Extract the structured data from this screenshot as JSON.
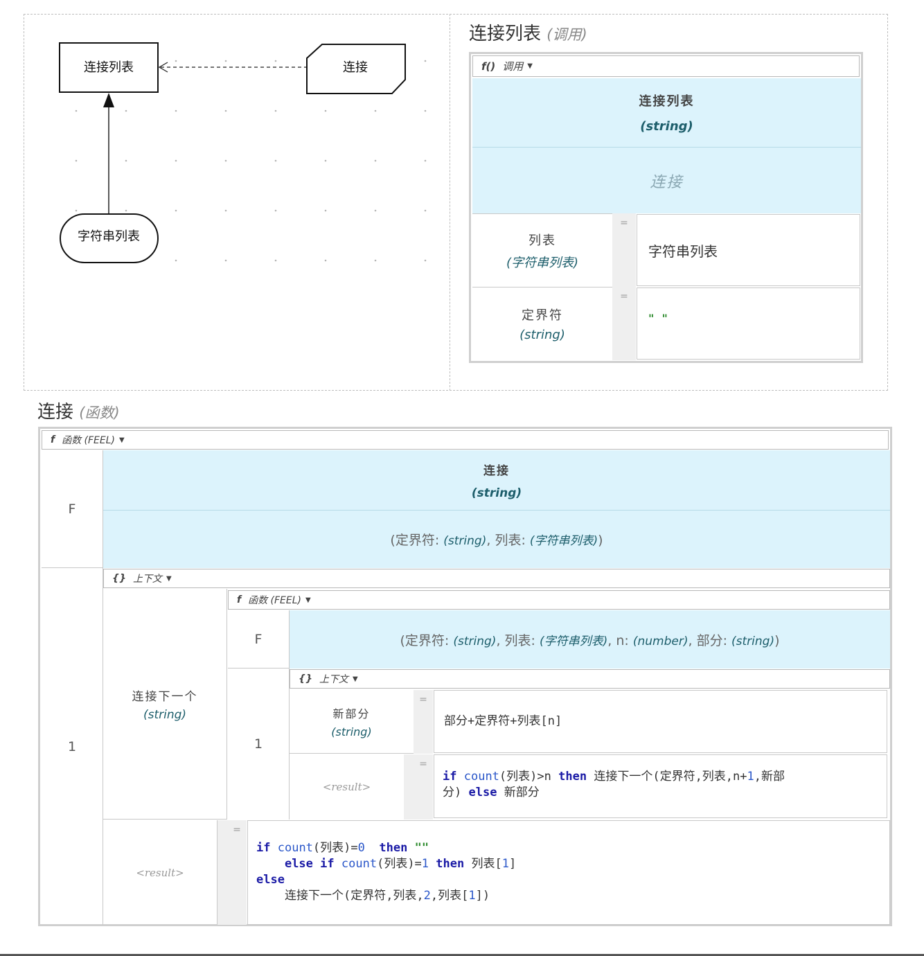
{
  "drg": {
    "bkm_label": "连接",
    "decision_label": "连接列表",
    "input_label": "字符串列表"
  },
  "invocation": {
    "title": "连接列表",
    "kind": "(调用)",
    "bar": {
      "icon": "f()",
      "label": "调用"
    },
    "header": {
      "name": "连接列表",
      "type": "(string)",
      "callee": "连接"
    },
    "bindings": [
      {
        "name": "列表",
        "type": "(字符串列表)",
        "eq": "=",
        "value": "字符串列表"
      },
      {
        "name": "定界符",
        "type": "(string)",
        "eq": "=",
        "value": "\"  \""
      }
    ]
  },
  "func": {
    "title": "连接",
    "kind": "(函数)",
    "bar": {
      "icon": "f",
      "label": "函数 (FEEL)"
    },
    "kind_letter": "F",
    "header": {
      "name": "连接",
      "type": "(string)"
    },
    "params": {
      "open": "(",
      "p1_name": "定界符:",
      "p1_type": "(string)",
      "sep1": ",",
      "p2_name": "列表:",
      "p2_type": "(字符串列表)",
      "close": ")"
    },
    "row_number": "1",
    "context_bar": {
      "icon": "{}",
      "label": "上下文"
    },
    "entry": {
      "name": "连接下一个",
      "type": "(string)"
    },
    "inner_func": {
      "bar": {
        "icon": "f",
        "label": "函数 (FEEL)"
      },
      "kind_letter": "F",
      "params": {
        "open": "(",
        "p1_name": "定界符:",
        "p1_type": "(string)",
        "sep1": ",",
        "p2_name": "列表:",
        "p2_type": "(字符串列表)",
        "sep2": ",",
        "p3_name": "n:",
        "p3_type": "(number)",
        "sep3": ",",
        "p4_name": "部分:",
        "p4_type": "(string)",
        "close": ")"
      },
      "row_number": "1",
      "context_bar": {
        "icon": "{}",
        "label": "上下文"
      },
      "entry": {
        "name": "新部分",
        "type": "(string)",
        "eq": "=",
        "expr": "部分+定界符+列表[n]"
      },
      "result": {
        "label": "<result>",
        "eq": "="
      }
    },
    "result": {
      "label": "<result>",
      "eq": "="
    }
  },
  "tokens": {
    "if": "if",
    "then": "then",
    "else": "else",
    "count": "count",
    "c_list_eq0": "(列表)=",
    "zero": "0",
    "empty": "\"\"",
    "c_list_eq1": "(列表)=",
    "one": "1",
    "list1_open": "列表[",
    "list1_close": "]",
    "call_open": "连接下一个(定界符,列表,",
    "two": "2",
    "comma_list": ",列表[",
    "call_close": "])",
    "inner_gt": "(列表)>n",
    "inner_call": "连接下一个(定界符,列表,n+",
    "inner_one": "1",
    "inner_tail": ",新部",
    "inner_line2_a": "分)",
    "inner_new": "新部分"
  },
  "colors": {
    "header_blue": "#dcf3fc",
    "type_teal": "#1d5e6b",
    "keyword": "#1a1aa6",
    "function": "#2b57c9",
    "string": "#2e8b2e"
  }
}
